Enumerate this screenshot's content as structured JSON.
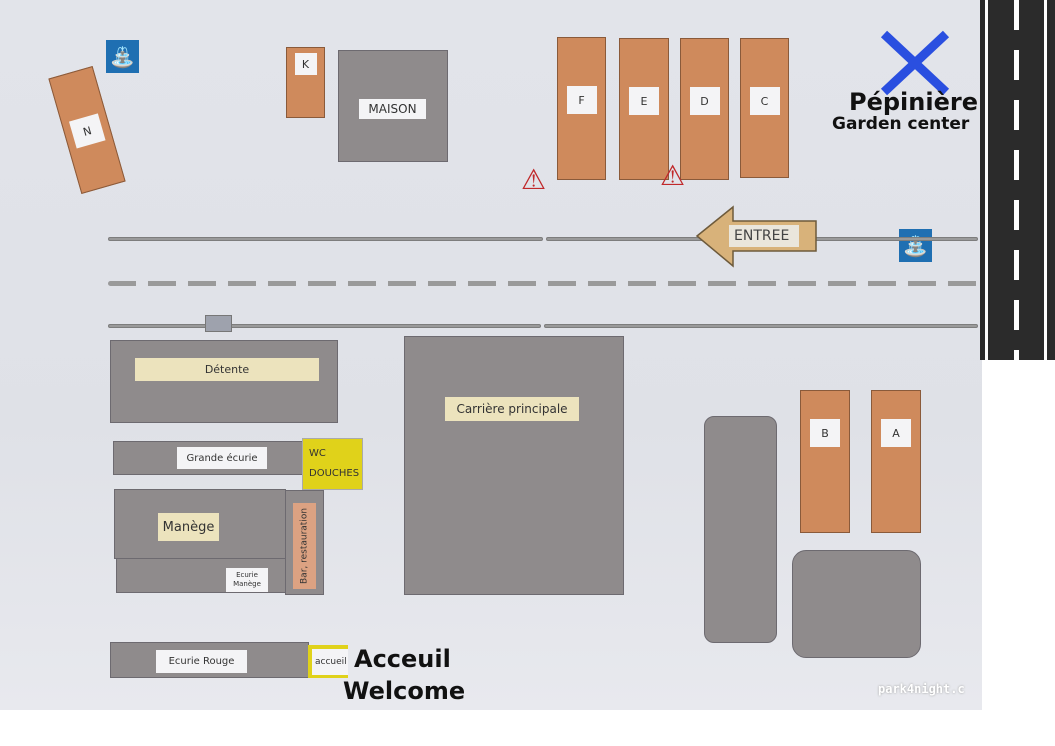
{
  "buildings": {
    "n": "N",
    "k": "K",
    "maison": "MAISON",
    "f": "F",
    "e": "E",
    "d": "D",
    "c": "C",
    "b": "B",
    "a": "A",
    "detente": "Détente",
    "carriere": "Carrière principale",
    "grande_ecurie": "Grande écurie",
    "wc": "WC",
    "douches": "DOUCHES",
    "manege": "Manège",
    "ecurie_manege": "Ecurie Manège",
    "bar": "Bar, restauration",
    "ecurie_rouge": "Ecurie Rouge",
    "accueil": "accueil"
  },
  "entrance": "ENTREE",
  "annotations": {
    "pepiniere": "Pépinière",
    "garden_center": "Garden center",
    "acceuil": "Acceuil",
    "welcome": "Welcome"
  },
  "watermark": "park4night.c",
  "colors": {
    "marker": "#2a4fe0",
    "water": "#1f6fb2",
    "yellow": "#e0d21a"
  }
}
